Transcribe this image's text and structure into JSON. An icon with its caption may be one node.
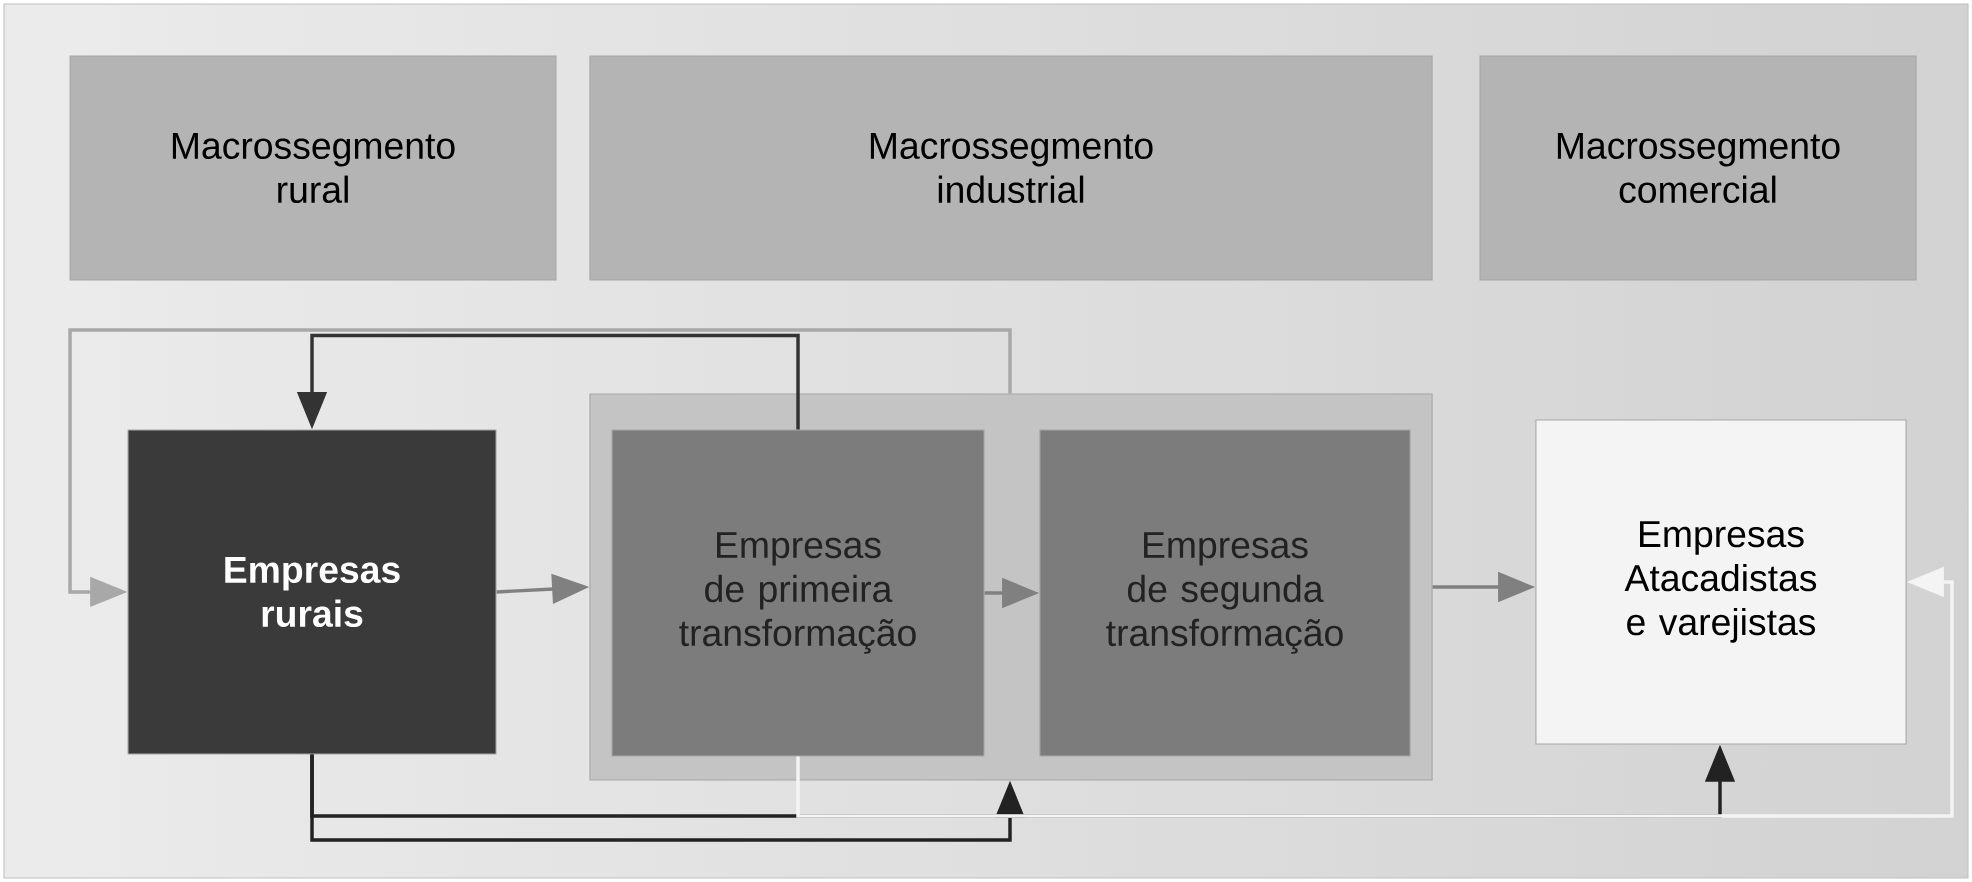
{
  "diagram": {
    "nodes": [
      {
        "text": [
          "Macrossegmento rural"
        ]
      },
      {
        "text": [
          "Macrossegmento industrial"
        ]
      },
      {
        "text": [
          "Macrossegmento comercial"
        ]
      },
      {
        "text": [
          "Empresas rurais"
        ]
      },
      {
        "text": [],
        "shape": "box"
      },
      {
        "text": [
          "Empresas de primeira transformação"
        ],
        "in": 4
      },
      {
        "text": [
          "Empresas de segunda transformação"
        ],
        "in": 4
      },
      {
        "text": [
          "Empresas Atacadistas e varejistas"
        ]
      }
    ],
    "edges": [
      {
        "from": 3,
        "to": 4,
        "arrow": "to"
      },
      {
        "from": 5,
        "to": 6,
        "arrow": "to"
      },
      {
        "from": 4,
        "to": 7,
        "arrow": "to"
      },
      {
        "from": 5,
        "to": 3,
        "arrow": "to",
        "color": "#333333"
      },
      {
        "from": 4,
        "to": 3,
        "arrow": "to",
        "color": "#a8a8a8"
      },
      {
        "from": 3,
        "to": 4,
        "arrow": "to",
        "color": "#222222"
      },
      {
        "from": 3,
        "to": 7,
        "arrow": "to",
        "color": "#222222"
      },
      {
        "from": 5,
        "to": 7,
        "arrow": "to",
        "color": "#f4f4f4"
      }
    ]
  }
}
